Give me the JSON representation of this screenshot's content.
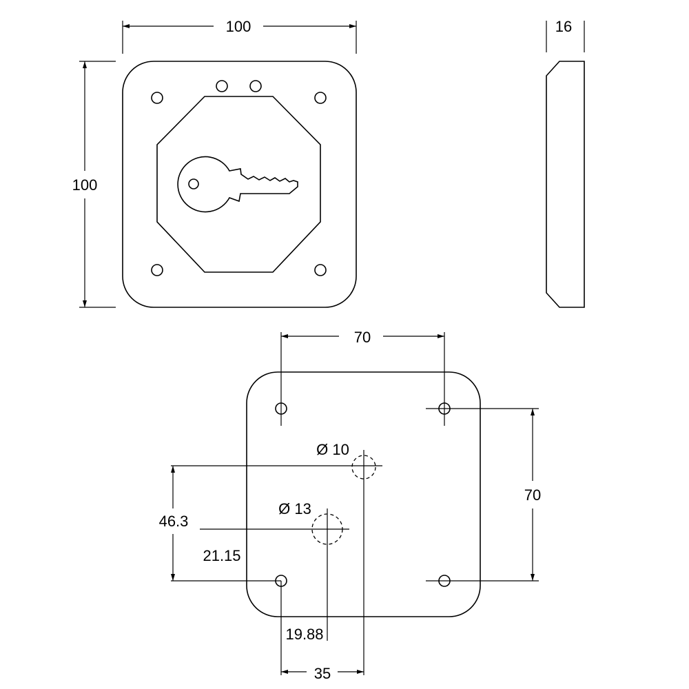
{
  "front_view": {
    "width_label": "100",
    "height_label": "100"
  },
  "side_view": {
    "thickness_label": "16"
  },
  "rear_view": {
    "hole_spacing_horizontal_label": "70",
    "hole_spacing_vertical_label": "70",
    "hole_small_diameter_label": "Ø 10",
    "hole_large_diameter_label": "Ø 13",
    "vertical_offset_small_label": "46.3",
    "vertical_offset_large_label": "21.15",
    "horizontal_offset_large_label": "19.88",
    "horizontal_offset_small_label": "35"
  }
}
